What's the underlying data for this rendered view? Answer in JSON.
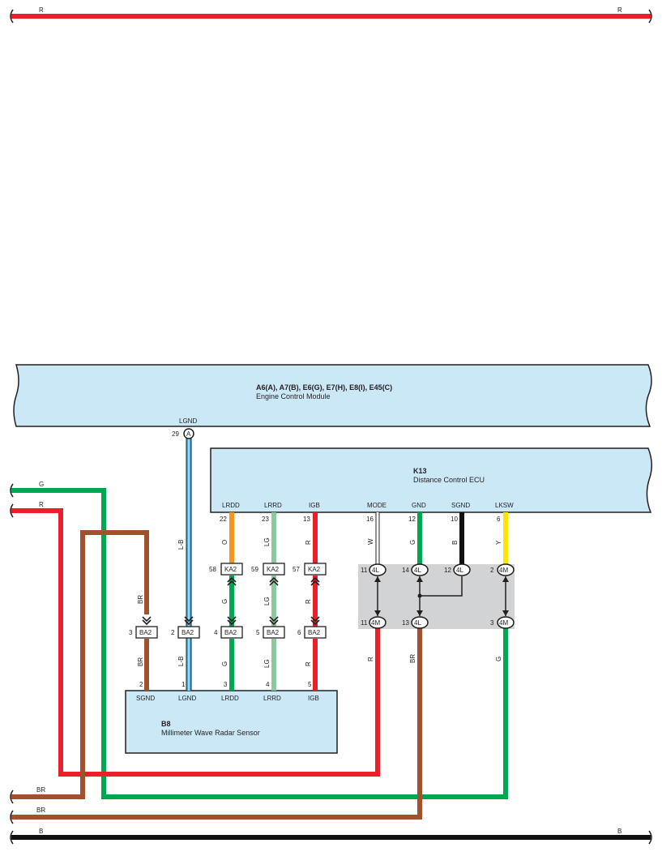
{
  "colors": {
    "R": "#e8202a",
    "G": "#00a651",
    "BR": "#a0522d",
    "B": "#111111",
    "O": "#f7941d",
    "LG": "#8cc9a0",
    "LB": "#3ab0e2",
    "W": "#ffffff",
    "Y": "#ffe600",
    "panel": "#cbe8f7",
    "junction_bg": "#d1d3d4"
  },
  "top_wire": {
    "left_label": "R",
    "right_label": "R"
  },
  "bottom_wire": {
    "left_label": "B",
    "right_label": "B"
  },
  "ecm": {
    "codes": "A6(A), A7(B), E6(G), E7(H), E8(I), E45(C)",
    "name": "Engine Control Module",
    "lgnd_label": "LGND",
    "lgnd_pin": "29",
    "lgnd_connector": "A"
  },
  "ecu": {
    "code": "K13",
    "name": "Distance Control ECU",
    "terminals": [
      {
        "name": "LRDD",
        "pin": "22",
        "color": "O"
      },
      {
        "name": "LRRD",
        "pin": "23",
        "color": "LG"
      },
      {
        "name": "IGB",
        "pin": "13",
        "color": "R"
      },
      {
        "name": "MODE",
        "pin": "16",
        "color": "W"
      },
      {
        "name": "GND",
        "pin": "12",
        "color": "G"
      },
      {
        "name": "SGND",
        "pin": "10",
        "color": "B"
      },
      {
        "name": "LKSW",
        "pin": "6",
        "color": "Y"
      }
    ]
  },
  "sensor": {
    "code": "B8",
    "name": "Millimeter Wave Radar Sensor",
    "terminals": [
      {
        "name": "SGND",
        "pin": "2"
      },
      {
        "name": "LGND",
        "pin": "1"
      },
      {
        "name": "LRDD",
        "pin": "3"
      },
      {
        "name": "LRRD",
        "pin": "4"
      },
      {
        "name": "IGB",
        "pin": "5"
      }
    ]
  },
  "connectors": {
    "ka2_upper": [
      {
        "pin": "58",
        "label": "KA2"
      },
      {
        "pin": "59",
        "label": "KA2"
      },
      {
        "pin": "57",
        "label": "KA2"
      }
    ],
    "ba2_lower": [
      {
        "pin": "3",
        "label": "BA2"
      },
      {
        "pin": "2",
        "label": "BA2"
      },
      {
        "pin": "4",
        "label": "BA2"
      },
      {
        "pin": "5",
        "label": "BA2"
      },
      {
        "pin": "6",
        "label": "BA2"
      }
    ],
    "junction_upper": [
      {
        "pin": "11",
        "label": "4L"
      },
      {
        "pin": "14",
        "label": "4L"
      },
      {
        "pin": "12",
        "label": "4L"
      },
      {
        "pin": "2",
        "label": "4M"
      }
    ],
    "junction_lower": [
      {
        "pin": "11",
        "label": "4M"
      },
      {
        "pin": "13",
        "label": "4L"
      },
      {
        "pin": "3",
        "label": "4M"
      }
    ]
  },
  "wire_labels": {
    "left_g": "G",
    "left_r": "R",
    "left_br_top": "BR",
    "left_br_bottom": "BR",
    "sgnd_upper": "BR",
    "sgnd_lower": "BR",
    "lgnd_upper": "L-B",
    "lgnd_lower": "L-B",
    "lrdd_upper": "O",
    "lrdd_mid": "G",
    "lrdd_lower": "G",
    "lrrd_upper": "LG",
    "lrrd_mid": "LG",
    "lrrd_lower": "LG",
    "igb_upper": "R",
    "igb_mid": "R",
    "igb_lower": "R",
    "mode_upper": "W",
    "gnd_upper": "G",
    "sgnd_ecu_upper": "B",
    "lksw_upper": "Y",
    "mode_lower": "R",
    "gnd_lower": "BR",
    "lksw_lower": "G"
  }
}
